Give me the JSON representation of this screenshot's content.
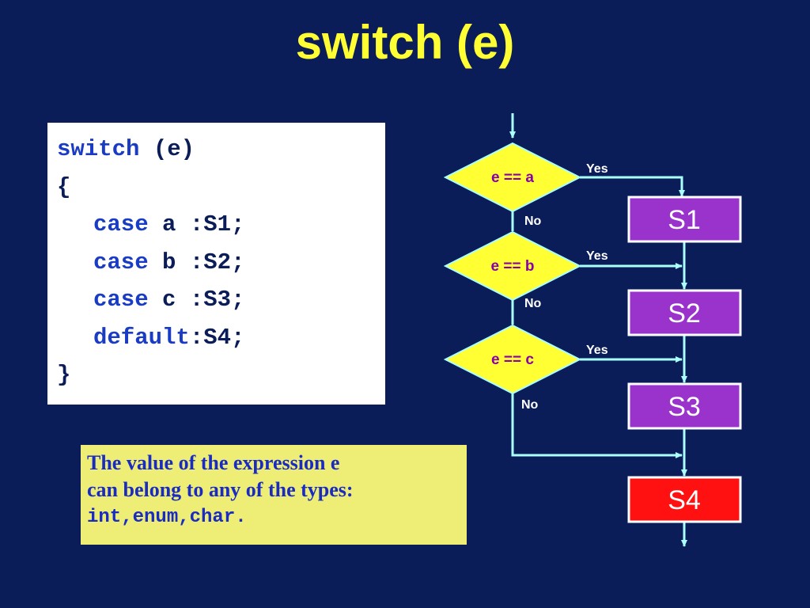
{
  "title": "switch (e)",
  "code": {
    "line1": {
      "kw": "switch",
      "rest": " (e)"
    },
    "line2": "{",
    "cases": [
      {
        "kw": "case",
        "rest": " a :S1;"
      },
      {
        "kw": "case",
        "rest": " b :S2;"
      },
      {
        "kw": "case",
        "rest": " c :S3;"
      }
    ],
    "default": {
      "kw": "default",
      "rest": ":S4;"
    },
    "line_end": "}"
  },
  "note": {
    "line1": "The value of the expression e",
    "line2": "can belong to any of the  types:",
    "line3": "int,enum,char."
  },
  "flowchart": {
    "decisions": [
      {
        "label": "e == a",
        "yes": "Yes",
        "no": "No"
      },
      {
        "label": "e == b",
        "yes": "Yes",
        "no": "No"
      },
      {
        "label": "e == c",
        "yes": "Yes",
        "no": "No"
      }
    ],
    "statements": [
      "S1",
      "S2",
      "S3",
      "S4"
    ],
    "colors": {
      "diamond_fill": "#ffff33",
      "diamond_text": "#8a00a8",
      "statement_fill": "#9933cc",
      "default_fill": "#ff1111",
      "line": "#aaffff"
    }
  }
}
